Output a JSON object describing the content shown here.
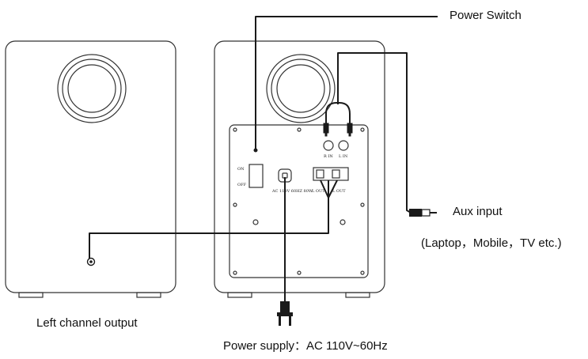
{
  "labels": {
    "power_switch": "Power Switch",
    "aux_input": "Aux input",
    "aux_devices": "(Laptop，Mobile，TV etc.)",
    "left_channel": "Left channel output",
    "power_supply": "Power supply：AC 110V~60Hz"
  },
  "panel": {
    "switch_on": "ON",
    "switch_off": "OFF",
    "ac_rating": "AC 110V 60HZ 80W",
    "r_in": "R IN",
    "l_in": "L IN",
    "l_out": "L OUT",
    "r_out": "L OUT"
  },
  "colors": {
    "line": "#1a1a1a",
    "cabinet": "#333333",
    "background": "#ffffff"
  }
}
